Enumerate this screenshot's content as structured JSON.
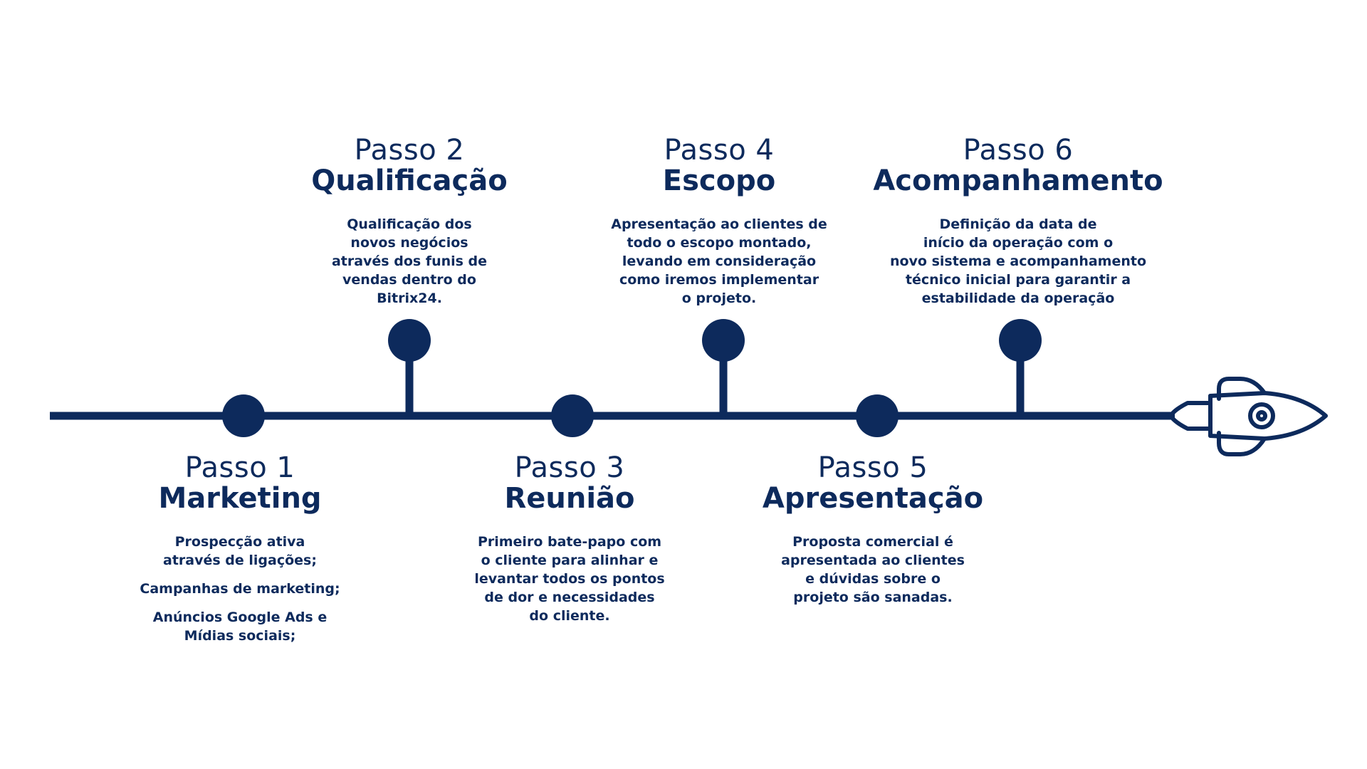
{
  "colors": {
    "primary": "#0d2a5c",
    "background": "#ffffff"
  },
  "steps": [
    {
      "number": "Passo 1",
      "title": "Marketing",
      "position": "below",
      "paragraphs": [
        "Prospecção ativa\natravés de ligações;",
        "Campanhas de marketing;",
        "Anúncios Google Ads e\nMídias sociais;"
      ]
    },
    {
      "number": "Passo 2",
      "title": "Qualificação",
      "position": "above",
      "paragraphs": [
        "Qualificação dos\nnovos negócios\natravés dos funis de\nvendas dentro do\nBitrix24."
      ]
    },
    {
      "number": "Passo 3",
      "title": "Reunião",
      "position": "below",
      "paragraphs": [
        "Primeiro bate-papo com\no cliente para alinhar e\nlevantar todos os pontos\nde dor e necessidades\ndo cliente."
      ]
    },
    {
      "number": "Passo 4",
      "title": "Escopo",
      "position": "above",
      "paragraphs": [
        "Apresentação ao clientes de\ntodo o escopo montado,\nlevando em consideração\ncomo iremos implementar\no projeto."
      ]
    },
    {
      "number": "Passo 5",
      "title": "Apresentação",
      "position": "below",
      "paragraphs": [
        "Proposta comercial é\napresentada ao clientes\ne dúvidas sobre o\nprojeto são sanadas."
      ]
    },
    {
      "number": "Passo 6",
      "title": "Acompanhamento",
      "position": "above",
      "paragraphs": [
        "Definição da data de\ninício da operação com o\nnovo sistema e acompanhamento\ntécnico inicial para garantir a\nestabilidade da operação"
      ]
    }
  ],
  "decorations": {
    "end_icon": "rocket-icon"
  }
}
